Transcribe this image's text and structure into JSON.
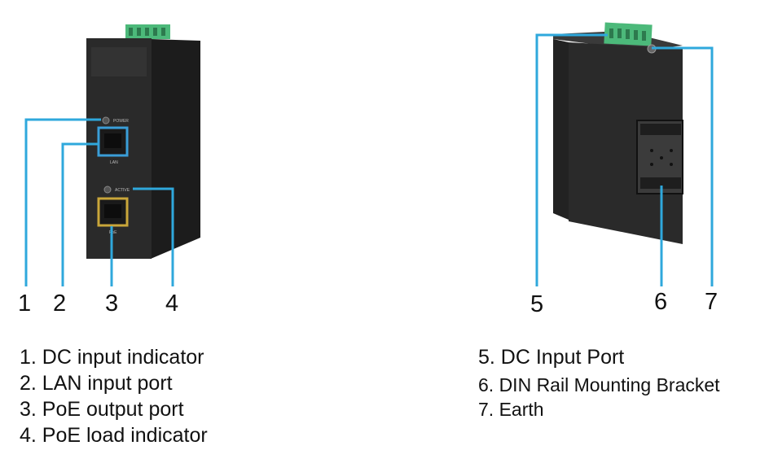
{
  "front_view": {
    "device_labels": {
      "power": "POWER",
      "lan": "LAN",
      "active": "ACTIVE",
      "poe": "PoE"
    },
    "callout_numbers": [
      "1",
      "2",
      "3",
      "4"
    ],
    "legend": [
      "1. DC input indicator",
      "2. LAN input port",
      "3. PoE output port",
      "4. PoE load indicator"
    ]
  },
  "side_view": {
    "callout_numbers": [
      "5",
      "6",
      "7"
    ],
    "legend": [
      "5. DC Input Port",
      "6. DIN Rail Mounting Bracket",
      "7. Earth"
    ]
  },
  "colors": {
    "callout_line": "#2fa8dc",
    "device_body": "#2a2a2a",
    "terminal_block": "#4cb97a",
    "lan_port_frame": "#3a9ed8",
    "poe_port_frame": "#c9a63a"
  }
}
